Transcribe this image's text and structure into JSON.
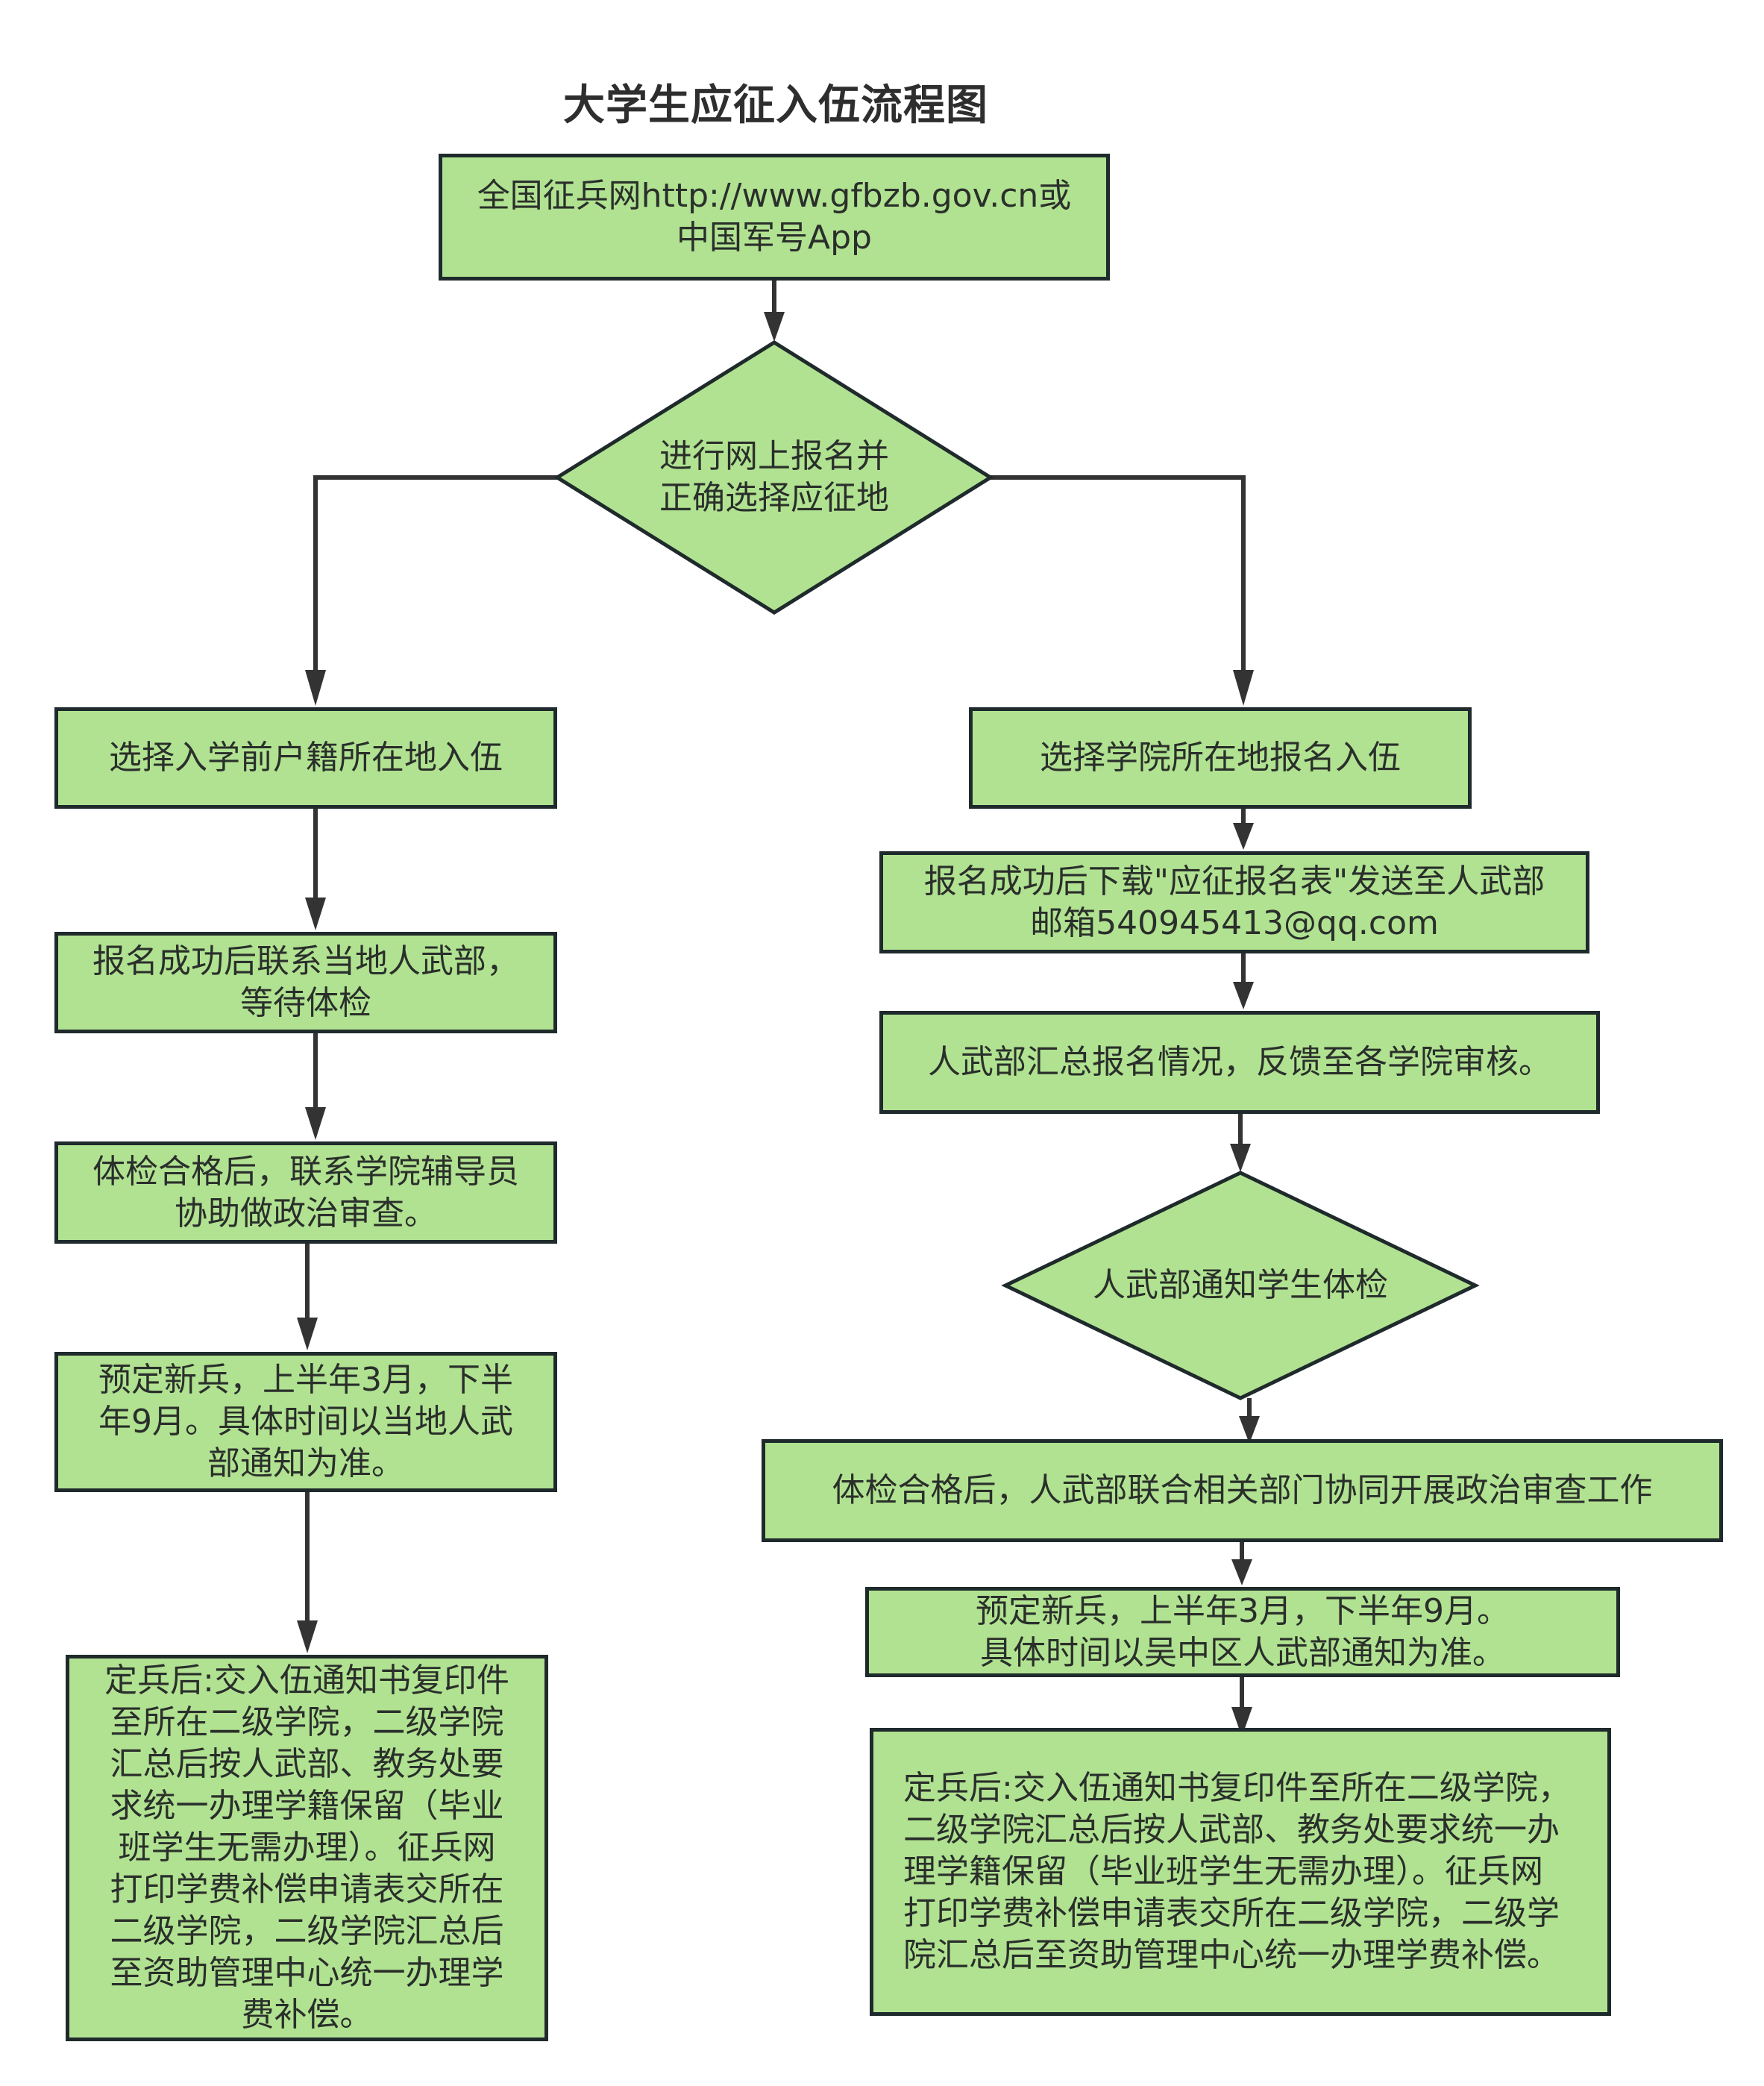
{
  "title": "大学生应征入伍流程图",
  "colors": {
    "node_fill": "#b0e291",
    "node_stroke": "#1f2a2c",
    "connector": "#333333",
    "text": "#2b2f2c"
  },
  "start": {
    "text": "全国征兵网http://www.gfbzb.gov.cn或\n中国军号App"
  },
  "decision": {
    "text": "进行网上报名并\n正确选择应征地"
  },
  "left_branch": {
    "steps": [
      {
        "text": "选择入学前户籍所在地入伍"
      },
      {
        "text": "报名成功后联系当地人武部，\n等待体检"
      },
      {
        "text": "体检合格后，联系学院辅导员\n协助做政治审查。"
      },
      {
        "text": "预定新兵，上半年3月，下半\n年9月。具体时间以当地人武\n部通知为准。"
      },
      {
        "text": "定兵后:交入伍通知书复印件\n至所在二级学院，二级学院\n汇总后按人武部、教务处要\n求统一办理学籍保留（毕业\n班学生无需办理）。征兵网\n打印学费补偿申请表交所在\n二级学院，二级学院汇总后\n至资助管理中心统一办理学\n费补偿。"
      }
    ]
  },
  "right_branch": {
    "steps": [
      {
        "text": "选择学院所在地报名入伍"
      },
      {
        "text": "报名成功后下载\"应征报名表\"发送至人武部\n邮箱540945413@qq.com"
      },
      {
        "text": "人武部汇总报名情况，反馈至各学院审核。"
      },
      {
        "text": "人武部通知学生体检",
        "shape": "diamond"
      },
      {
        "text": "体检合格后，人武部联合相关部门协同开展政治审查工作"
      },
      {
        "text": "预定新兵，上半年3月，下半年9月。\n具体时间以吴中区人武部通知为准。"
      },
      {
        "text": "定兵后:交入伍通知书复印件至所在二级学院，\n二级学院汇总后按人武部、教务处要求统一办\n理学籍保留（毕业班学生无需办理）。征兵网\n打印学费补偿申请表交所在二级学院，二级学\n院汇总后至资助管理中心统一办理学费补偿。"
      }
    ]
  }
}
